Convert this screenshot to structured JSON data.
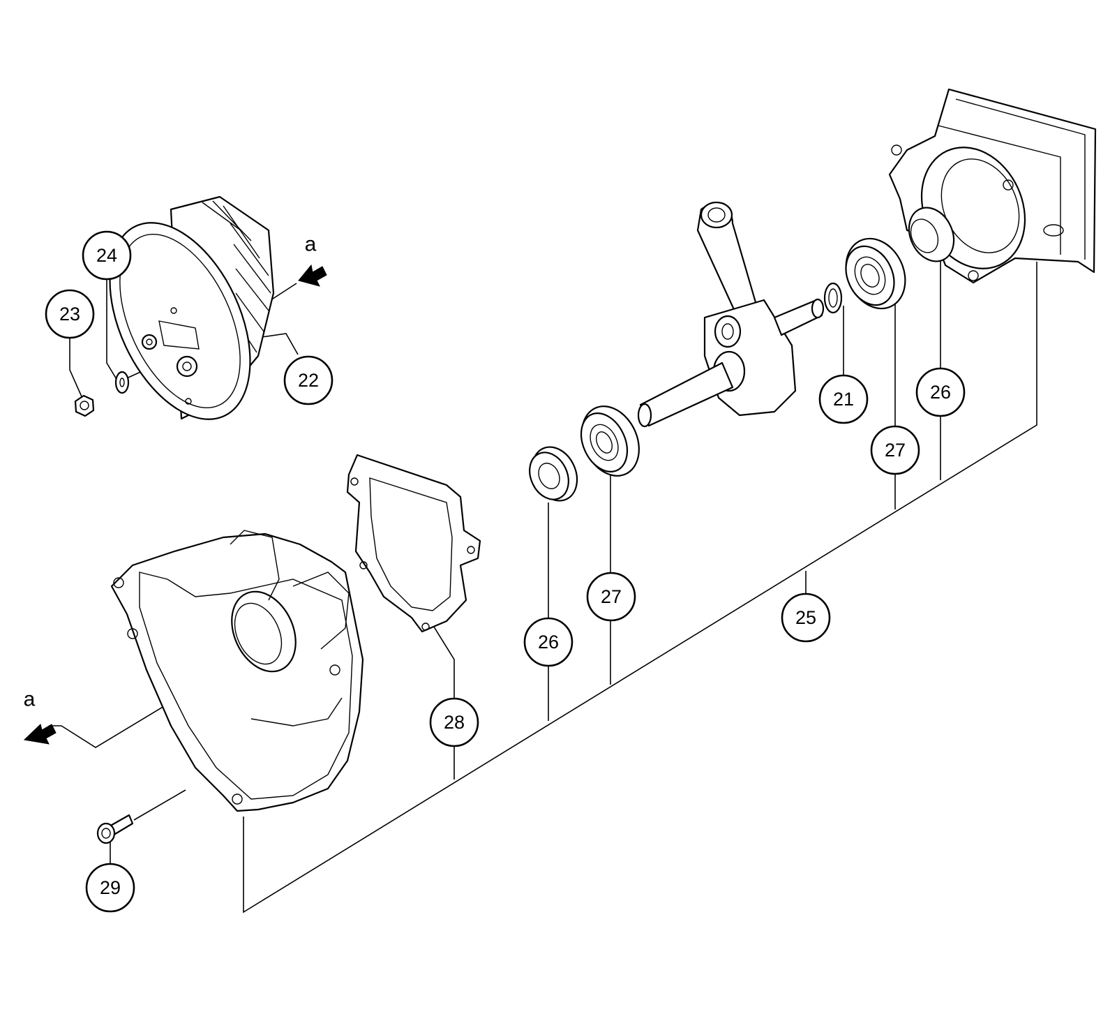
{
  "callouts": [
    {
      "id": "c24",
      "label": "24"
    },
    {
      "id": "c23",
      "label": "23"
    },
    {
      "id": "c22",
      "label": "22"
    },
    {
      "id": "c21",
      "label": "21"
    },
    {
      "id": "c26a",
      "label": "26"
    },
    {
      "id": "c27a",
      "label": "27"
    },
    {
      "id": "c27b",
      "label": "27"
    },
    {
      "id": "c26b",
      "label": "26"
    },
    {
      "id": "c25",
      "label": "25"
    },
    {
      "id": "c28",
      "label": "28"
    },
    {
      "id": "c29",
      "label": "29"
    }
  ],
  "markers": {
    "a_top": "a",
    "a_bottom": "a"
  }
}
